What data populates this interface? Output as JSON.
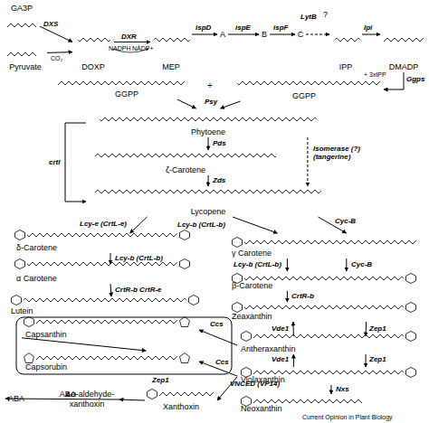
{
  "diagram": {
    "nodes": [
      {
        "text": [
          "GA3P"
        ]
      },
      {
        "text": [
          "Pyruvate"
        ]
      },
      {
        "text": [
          "DOXP"
        ]
      },
      {
        "text": [
          "MEP"
        ]
      },
      {
        "text": [
          "A"
        ]
      },
      {
        "text": [
          "B"
        ]
      },
      {
        "text": [
          "C"
        ]
      },
      {
        "text": [
          "IPP"
        ]
      },
      {
        "text": [
          "DMADP"
        ]
      },
      {
        "text": [
          "GGPP"
        ]
      },
      {
        "text": [
          "GGPP"
        ]
      },
      {
        "text": [
          "Phytoene"
        ]
      },
      {
        "text": [
          "ζ-Carotene"
        ]
      },
      {
        "text": [
          "Lycopene"
        ]
      },
      {
        "text": [
          "δ-Carotene"
        ]
      },
      {
        "text": [
          "α Carotene"
        ]
      },
      {
        "text": [
          "Lutein"
        ]
      },
      {
        "text": [
          "γ Carotene"
        ]
      },
      {
        "text": [
          "β-Carotene"
        ]
      },
      {
        "text": [
          "Zeaxanthin"
        ]
      },
      {
        "text": [
          "Antheraxanthin"
        ]
      },
      {
        "text": [
          "Violaxanthin"
        ]
      },
      {
        "text": [
          "Neoxanthin"
        ]
      },
      {
        "text": [
          "Capsanthin"
        ]
      },
      {
        "text": [
          "Capsorubin"
        ]
      },
      {
        "text": [
          "Xanthoxin"
        ]
      },
      {
        "text": [
          "ABA-aldehyde- xanthoxin"
        ]
      },
      {
        "text": [
          "ABA"
        ]
      }
    ],
    "edges": [
      {
        "from": 0,
        "to": 2,
        "arrow": "to",
        "label": "DXS"
      },
      {
        "from": 1,
        "to": 2,
        "arrow": "to"
      },
      {
        "from": 2,
        "to": 3,
        "arrow": "to",
        "label": "DXR"
      },
      {
        "from": 3,
        "to": 4,
        "arrow": "to",
        "label": "ispD"
      },
      {
        "from": 4,
        "to": 5,
        "arrow": "to",
        "label": "ispE"
      },
      {
        "from": 5,
        "to": 6,
        "arrow": "to",
        "label": "ispF"
      },
      {
        "from": 6,
        "to": 7,
        "arrow": "to",
        "label": "LytB"
      },
      {
        "from": 7,
        "to": 8,
        "arrow": "to",
        "label": "Ipi"
      },
      {
        "from": 8,
        "to": 10,
        "arrow": "to",
        "label": "Ggps"
      },
      {
        "from": 9,
        "to": 11,
        "arrow": "to",
        "label": "Psy"
      },
      {
        "from": 10,
        "to": 11,
        "arrow": "to"
      },
      {
        "from": 11,
        "to": 12,
        "arrow": "to",
        "label": "Pds"
      },
      {
        "from": 12,
        "to": 13,
        "arrow": "to",
        "label": "Zds"
      },
      {
        "from": 11,
        "to": 13,
        "arrow": "to",
        "label": "crtI"
      },
      {
        "from": 11,
        "to": 13,
        "arrow": "to",
        "label": "Isomerase (?) (tangerine)"
      },
      {
        "from": 13,
        "to": 14,
        "arrow": "to",
        "label": "Lcy-e (CrtL-e)"
      },
      {
        "from": 13,
        "to": 17,
        "arrow": "to",
        "label": "Lcy-b (CrtL-b)"
      },
      {
        "from": 13,
        "to": 17,
        "arrow": "to",
        "label": "Cyc-B"
      },
      {
        "from": 17,
        "to": 18,
        "arrow": "to",
        "label": "Lcy-b (CrtL-b)"
      },
      {
        "from": 17,
        "to": 18,
        "arrow": "to",
        "label": "Cyc-B"
      },
      {
        "from": 14,
        "to": 15,
        "arrow": "to",
        "label": "Lcy-b (CrtL-b)"
      },
      {
        "from": 15,
        "to": 16,
        "arrow": "to",
        "label": "CrtR-b CrtR-e"
      },
      {
        "from": 18,
        "to": 19,
        "arrow": "to",
        "label": "CrtR-b"
      },
      {
        "from": 19,
        "to": 20,
        "arrow": "to",
        "label": "Zep1"
      },
      {
        "from": 20,
        "to": 19,
        "arrow": "to",
        "label": "Vde1"
      },
      {
        "from": 20,
        "to": 21,
        "arrow": "to",
        "label": "Zep1"
      },
      {
        "from": 21,
        "to": 20,
        "arrow": "to",
        "label": "Vde1"
      },
      {
        "from": 21,
        "to": 22,
        "arrow": "to",
        "label": "Nxs"
      },
      {
        "from": 20,
        "to": 23,
        "arrow": "to",
        "label": "Ccs"
      },
      {
        "from": 21,
        "to": 24,
        "arrow": "to",
        "label": "Ccs"
      },
      {
        "from": 23,
        "to": 24,
        "arrow": "to",
        "label": "Zep1"
      },
      {
        "from": 21,
        "to": 25,
        "arrow": "to",
        "label": "VNCED (VP14)"
      },
      {
        "from": 25,
        "to": 26,
        "arrow": "to"
      },
      {
        "from": 26,
        "to": 27,
        "arrow": "to",
        "label": "AO"
      }
    ],
    "labels": [
      "CO₂",
      "NADPH",
      "NADP+",
      "?",
      "+ 3xIPP",
      "+",
      "Current Opinion in Plant Biology"
    ]
  }
}
